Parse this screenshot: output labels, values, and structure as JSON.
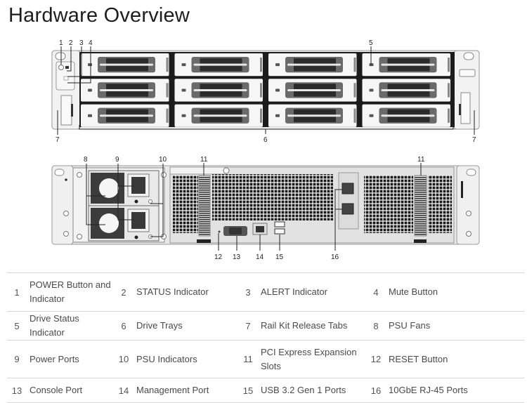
{
  "page": {
    "title": "Hardware Overview"
  },
  "diagram": {
    "front_callouts": [
      "1",
      "2",
      "3",
      "4",
      "5",
      "6",
      "7",
      "7"
    ],
    "rear_callouts": [
      "8",
      "9",
      "10",
      "11",
      "11",
      "12",
      "13",
      "14",
      "15",
      "16"
    ],
    "drive_bays": {
      "rows": 3,
      "columns": 4
    }
  },
  "components": [
    {
      "num": "1",
      "label": "POWER Button  and Indicator"
    },
    {
      "num": "2",
      "label": "STATUS Indicator"
    },
    {
      "num": "3",
      "label": "ALERT Indicator"
    },
    {
      "num": "4",
      "label": "Mute Button"
    },
    {
      "num": "5",
      "label": "Drive Status Indicator"
    },
    {
      "num": "6",
      "label": "Drive Trays"
    },
    {
      "num": "7",
      "label": "Rail Kit Release Tabs"
    },
    {
      "num": "8",
      "label": "PSU Fans"
    },
    {
      "num": "9",
      "label": "Power Ports"
    },
    {
      "num": "10",
      "label": "PSU Indicators"
    },
    {
      "num": "11",
      "label": "PCI Express Expansion Slots"
    },
    {
      "num": "12",
      "label": "RESET Button"
    },
    {
      "num": "13",
      "label": "Console Port"
    },
    {
      "num": "14",
      "label": "Management Port"
    },
    {
      "num": "15",
      "label": "USB 3.2 Gen 1 Ports"
    },
    {
      "num": "16",
      "label": "10GbE RJ-45 Ports"
    }
  ]
}
